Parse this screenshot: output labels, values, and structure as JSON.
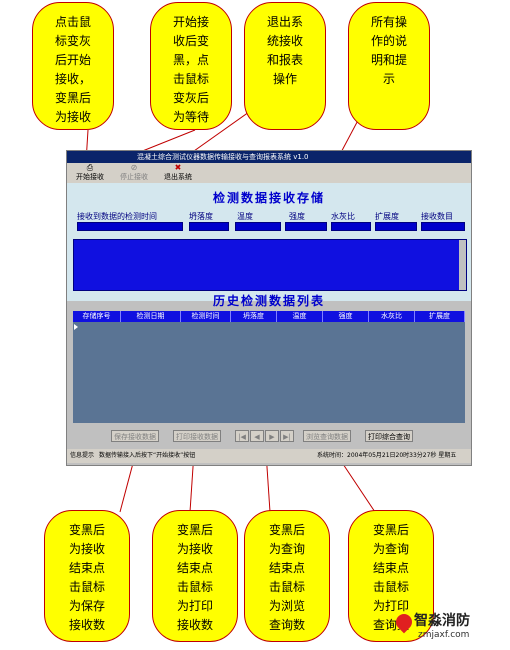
{
  "callouts_top": [
    "点击鼠\n标变灰\n后开始\n接收，\n变黑后\n为接收",
    "开始接\n收后变\n黑，点\n击鼠标\n变灰后\n为等待",
    "退出系\n统接收\n和报表\n操作",
    "所有操\n作的说\n明和提\n示"
  ],
  "callouts_bottom": [
    "变黑后\n为接收\n结束点\n击鼠标\n为保存\n接收数",
    "变黑后\n为接收\n结束点\n击鼠标\n为打印\n接收数",
    "变黑后\n为查询\n结束点\n击鼠标\n为浏览\n查询数",
    "变黑后\n为查询\n结束点\n击鼠标\n为打印\n查询数"
  ],
  "window": {
    "title": "混凝土综合测试仪器数据传输接收与查询报表系统 v1.0",
    "toolbar": {
      "start": "开始接收",
      "stop": "停止接收",
      "exit": "退出系统"
    },
    "receive_title": "检测数据接收存储",
    "fields": [
      "接收到数据的检测时间",
      "坍落度",
      "温度",
      "强度",
      "水灰比",
      "扩展度",
      "接收数目"
    ],
    "history_title": "历史检测数据列表",
    "columns": [
      "存储序号",
      "检测日期",
      "检测时间",
      "坍落度",
      "温度",
      "强度",
      "水灰比",
      "扩展度"
    ],
    "bottom_buttons": [
      "保存接收数据",
      "打印接收数据",
      "|◀",
      "◀",
      "▶",
      "▶|",
      "浏览查询数据",
      "打印综合查询"
    ],
    "status_label": "信息提示",
    "status_text": "数据传输接入后按下“开始接收”按钮",
    "status_time": "系统时间：2004年05月21日20时33分27秒  星期五"
  },
  "logo": {
    "name": "智淼消防",
    "url": "zmjaxf.com"
  },
  "colors": {
    "balloon": "#ffff00",
    "balloon_border": "#c00000",
    "data_blue": "#1010e0"
  }
}
